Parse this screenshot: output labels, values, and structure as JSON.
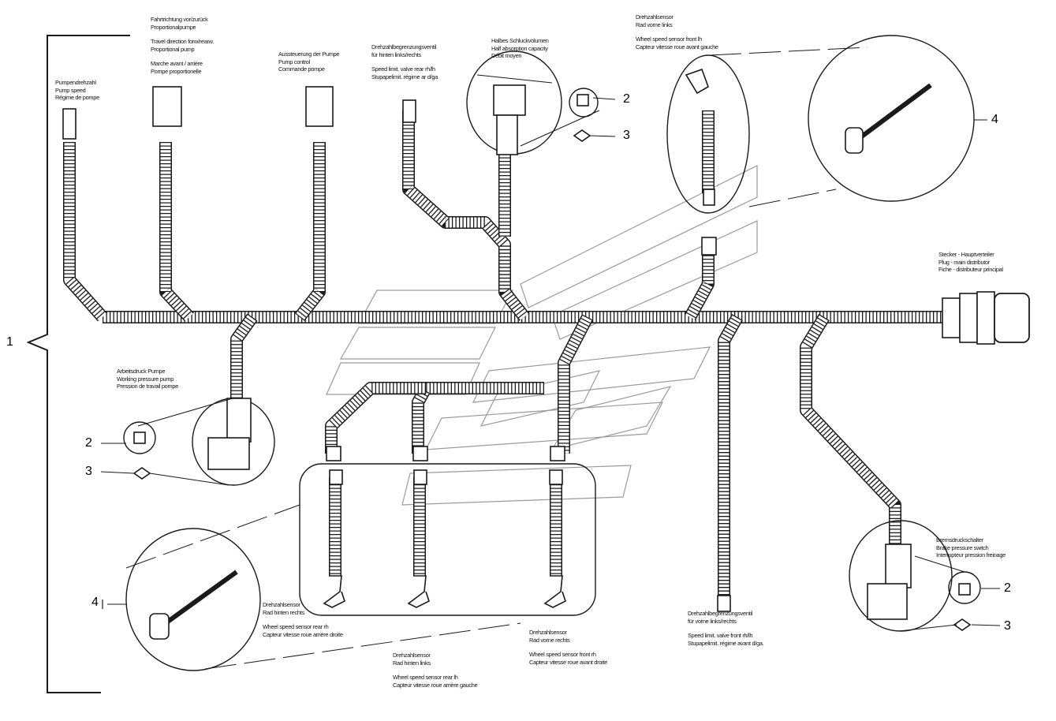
{
  "callouts": {
    "one": "1",
    "two": "2",
    "three": "3",
    "four": "4"
  },
  "labels": {
    "pump_speed": [
      "Pumpendrehzahl",
      "Pump speed",
      "Régime de pompe"
    ],
    "travel_direction": [
      "Fahrtrichtung vor/zurück",
      "Proportionalpumpe",
      "",
      "Travel direction forw/rearw.",
      "Proportional pump",
      "",
      "Marche avant / arrière",
      "Pompe proportionelle"
    ],
    "pump_control": [
      "Aussteuerung der Pumpe",
      "Pump control",
      "Commande pompe"
    ],
    "speed_limit_rear": [
      "Drehzahlbegrenzungsventil",
      "für hinten links/rechts",
      "",
      "Speed limit. valve rear rh/lh",
      "Stupapelimit. régime ar d/ga"
    ],
    "half_absorption": [
      "Halbes Schluckvolumen",
      "Half absorption capacity",
      "Débit moyen"
    ],
    "wheel_speed_front_lh": [
      "Drehzahlsensor",
      "Rad vorne links",
      "",
      "Wheel speed sensor front lh",
      "Capteur vitesse roue avant gauche"
    ],
    "main_distributor": [
      "Stecker - Hauptverteiler",
      "Plug - main distributor",
      "Fiche - distributeur principal"
    ],
    "working_pressure": [
      "Arbeitsdruck Pumpe",
      "Working pressure pump",
      "Pression de travail pompe"
    ],
    "brake_pressure": [
      "Bremsdruckschalter",
      "Brake pressure switch",
      "Interrupteur pression freinage"
    ],
    "speed_limit_front": [
      "Drehzahlbegrenzungsventil",
      "für vorne links/rechts",
      "",
      "Speed limit. valve front rh/lh",
      "Stupapelimit. régime avant d/ga."
    ],
    "wheel_speed_rear_rh": [
      "Drehzahlsensor",
      "Rad hinten rechts",
      "",
      "Wheel speed sensor rear rh",
      "Capteur vitesse roue arrière droite"
    ],
    "wheel_speed_front_rh": [
      "Drehzahlsensor",
      "Rad vorne rechts",
      "",
      "Wheel speed sensor front rh",
      "Capteur vitesse roue avant droite"
    ],
    "wheel_speed_rear_lh": [
      "Drehzahlsensor",
      "Rad hinten links",
      "",
      "Wheel speed sensor rear lh",
      "Capteur vitesse roue arrière gauche"
    ]
  },
  "colors": {
    "line": "#1a1a1a",
    "watermark": "#9a9a9a",
    "background": "#ffffff"
  },
  "icons": [
    "connector-icon",
    "sensor-icon",
    "plug-icon",
    "gasket-icon"
  ]
}
